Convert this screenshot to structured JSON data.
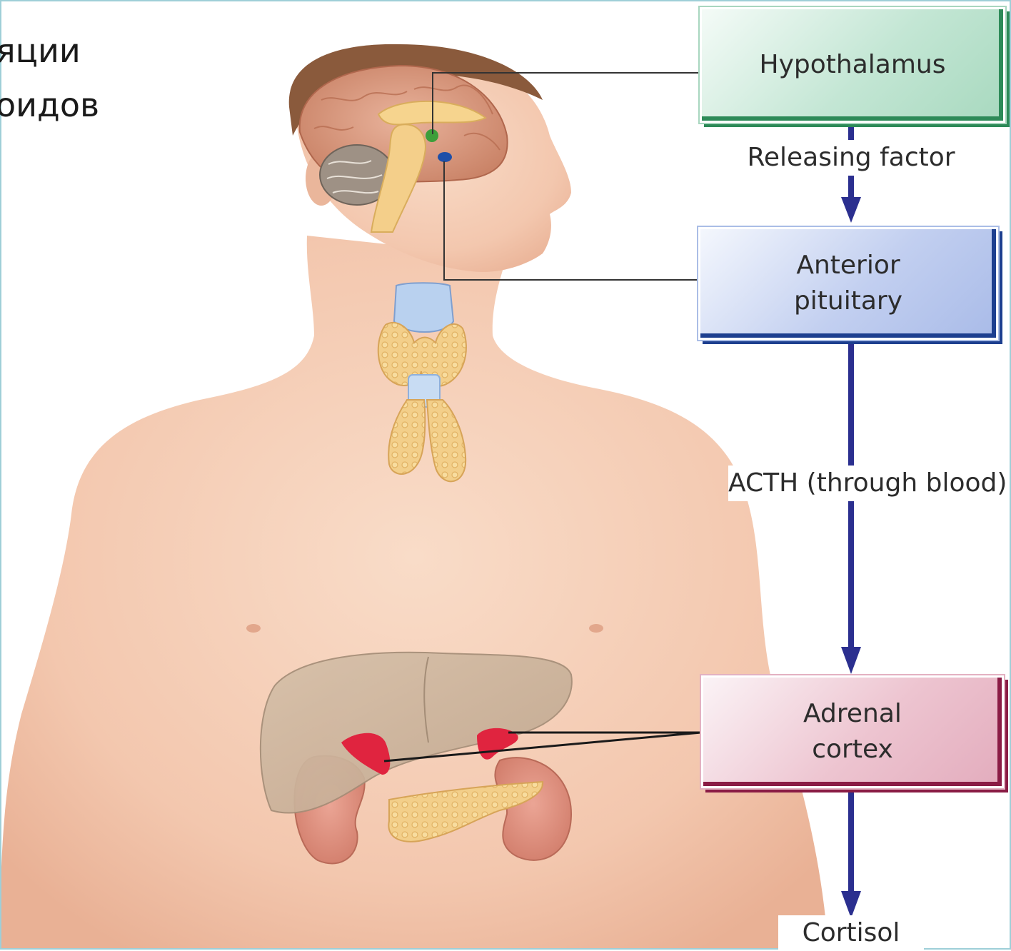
{
  "slide_text": {
    "line1": "яции",
    "line2": "оидов"
  },
  "boxes": {
    "hypothalamus": "Hypothalamus",
    "anterior_pituitary": [
      "Anterior",
      "pituitary"
    ],
    "adrenal_cortex": [
      "Adrenal",
      "cortex"
    ]
  },
  "flow_labels": {
    "releasing_factor": "Releasing factor",
    "acth": [
      "ACTH",
      "(through blood)"
    ],
    "cortisol": "Cortisol"
  },
  "colors": {
    "hypothalamus": "#2d8a58",
    "pituitary": "#1d3f8f",
    "adrenal": "#8a1c45",
    "arrow": "#2b2f8f",
    "adrenal_gland": "#e0243f"
  }
}
